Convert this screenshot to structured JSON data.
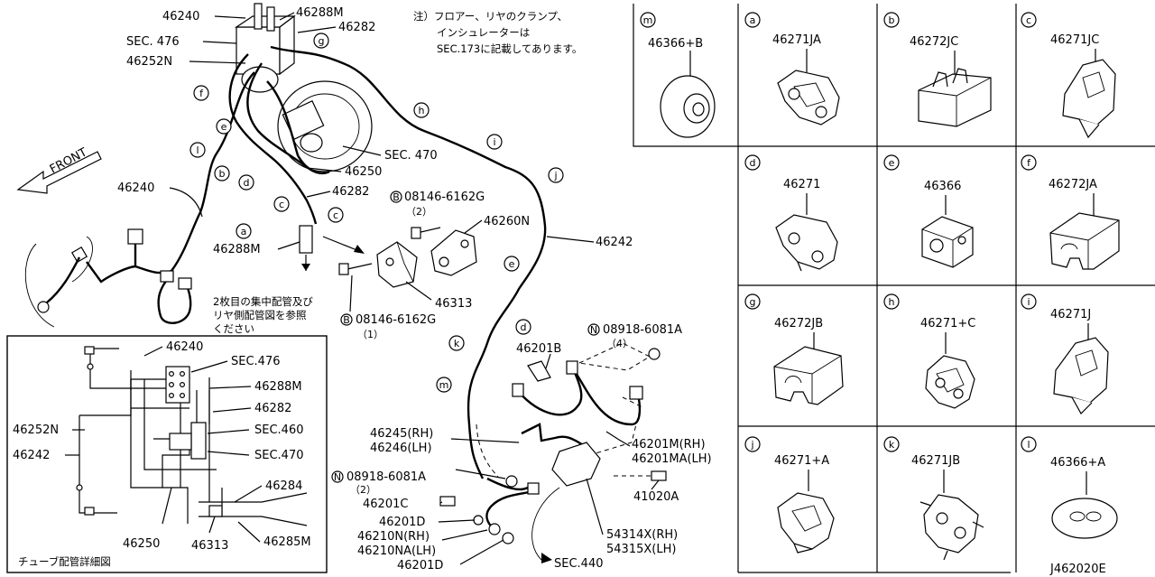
{
  "diagram_id": "J462020E",
  "note": {
    "line1": "注）フロアー、リヤのクランプ、",
    "line2": "インシュレーターは",
    "line3": "SEC.173に記載してあります。"
  },
  "main_labels": {
    "p46240": "46240",
    "p46288M_top": "46288M",
    "p46282_top": "46282",
    "sec476": "SEC. 476",
    "p46252N": "46252N",
    "sec470": "SEC. 470",
    "p46250": "46250",
    "p46282_mid": "46282",
    "p46240_left": "46240",
    "p46288M_mid": "46288M",
    "bolt1": "08146-6162G",
    "bolt1_qty": "（2）",
    "p46260N": "46260N",
    "p46242": "46242",
    "p46313": "46313",
    "bolt2": "08146-6162G",
    "bolt2_qty": "（1）",
    "front": "FRONT",
    "see_note_1": "2枚目の集中配管及び",
    "see_note_2": "リヤ側配管図を参照",
    "see_note_3": "ください",
    "nut1": "08918-6081A",
    "nut1_qty": "（4）",
    "p46201B": "46201B",
    "p46245": "46245(RH)",
    "p46246": "46246(LH)",
    "p46201M": "46201M(RH)",
    "p46201MA": "46201MA(LH)",
    "nut2": "08918-6081A",
    "nut2_qty": "（2）",
    "p46201C": "46201C",
    "p46201D_1": "46201D",
    "p46210N": "46210N(RH)",
    "p46210NA": "46210NA(LH)",
    "p46201D_2": "46201D",
    "p41020A": "41020A",
    "p54314X": "54314X(RH)",
    "p54315X": "54315X(LH)",
    "sec440": "SEC.440",
    "circle_B": "B",
    "circle_N": "N"
  },
  "clip_markers": [
    "a",
    "b",
    "c",
    "d",
    "e",
    "f",
    "g",
    "h",
    "i",
    "j",
    "k",
    "l",
    "m"
  ],
  "inset": {
    "title": "チューブ配管詳細図",
    "labels": {
      "p46240": "46240",
      "sec476": "SEC.476",
      "p46288M": "46288M",
      "p46282": "46282",
      "p46252N": "46252N",
      "sec460": "SEC.460",
      "p46242": "46242",
      "sec470": "SEC.470",
      "p46284": "46284",
      "p46250": "46250",
      "p46313": "46313",
      "p46285M": "46285M"
    }
  },
  "grid_cells": [
    {
      "letter": "m",
      "part": "46366+B"
    },
    {
      "letter": "a",
      "part": "46271JA"
    },
    {
      "letter": "b",
      "part": "46272JC"
    },
    {
      "letter": "c",
      "part": "46271JC"
    },
    {
      "letter": "d",
      "part": "46271"
    },
    {
      "letter": "e",
      "part": "46366"
    },
    {
      "letter": "f",
      "part": "46272JA"
    },
    {
      "letter": "g",
      "part": "46272JB"
    },
    {
      "letter": "h",
      "part": "46271+C"
    },
    {
      "letter": "i",
      "part": "46271J"
    },
    {
      "letter": "j",
      "part": "46271+A"
    },
    {
      "letter": "k",
      "part": "46271JB"
    },
    {
      "letter": "l",
      "part": "46366+A"
    }
  ]
}
